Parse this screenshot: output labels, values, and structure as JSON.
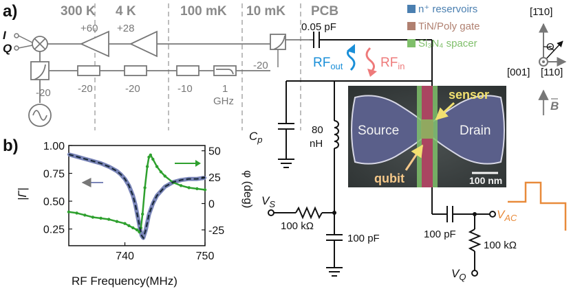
{
  "panels": {
    "a": "a)",
    "b": "b)"
  },
  "stages": [
    "300 K",
    "4 K",
    "100 mK",
    "10 mK",
    "PCB"
  ],
  "iq": {
    "i": "I",
    "q": "Q"
  },
  "amps": [
    "+60",
    "+28"
  ],
  "attenuators": [
    "-20",
    "-20",
    "-20",
    "-10"
  ],
  "filter": {
    "value": "1",
    "unit": "GHz"
  },
  "coupler": "-20",
  "coupling_cap": "0.05 pF",
  "rf": {
    "out": "RF",
    "out_sub": "out",
    "in": "RF",
    "in_sub": "in"
  },
  "legend": [
    {
      "label": "n⁺ reservoirs",
      "color": "#4a7fb0"
    },
    {
      "label": "TiN/Poly gate",
      "color": "#b08070"
    },
    {
      "label": "Si₃N₄ spacer",
      "color": "#7fbf6a"
    }
  ],
  "axes": {
    "top": "[1̄10]",
    "left": "[001]",
    "right": "[110]",
    "theta": "Θ",
    "field": "B"
  },
  "parasitic": {
    "name": "C",
    "sub": "p"
  },
  "inductor": {
    "value": "80",
    "unit": "nH"
  },
  "vs": {
    "name": "V",
    "sub": "S",
    "resistor": "100 kΩ",
    "cap": "100 pF"
  },
  "vac": {
    "name": "V",
    "sub": "AC",
    "cap": "100 pF",
    "resistor": "100 kΩ"
  },
  "vq": {
    "name": "V",
    "sub": "Q"
  },
  "sem": {
    "source": "Source",
    "drain": "Drain",
    "sensor": "sensor",
    "qubit": "qubit",
    "scale": "100 nm"
  },
  "chart_data": {
    "type": "scatter",
    "xlabel": "RF Frequency(MHz)",
    "ylabel": "|Γ|",
    "y2label": "φ (deg)",
    "xlim": [
      733,
      750
    ],
    "ylim": [
      0.1,
      1.0
    ],
    "y2lim": [
      -40,
      55
    ],
    "xticks": [
      "740",
      "750"
    ],
    "xtick_values": [
      740,
      750
    ],
    "yticks": [
      "1.00",
      "0.75",
      "0.50",
      "0.25"
    ],
    "ytick_values": [
      1.0,
      0.75,
      0.5,
      0.25
    ],
    "y2ticks": [
      "50",
      "25",
      "0",
      "-25"
    ],
    "y2tick_values": [
      50,
      25,
      0,
      -25
    ],
    "series": [
      {
        "axis": "left",
        "color": "#7a85b8",
        "x": [
          733,
          734,
          735,
          736,
          737,
          738,
          739,
          739.5,
          740,
          740.5,
          741,
          741.3,
          741.6,
          741.9,
          742.1,
          742.3,
          742.6,
          743,
          743.5,
          744,
          745,
          746,
          747,
          748,
          749,
          750
        ],
        "y": [
          0.92,
          0.9,
          0.88,
          0.86,
          0.84,
          0.81,
          0.77,
          0.74,
          0.7,
          0.64,
          0.55,
          0.47,
          0.36,
          0.25,
          0.19,
          0.17,
          0.24,
          0.38,
          0.48,
          0.55,
          0.63,
          0.67,
          0.69,
          0.7,
          0.7,
          0.71
        ]
      },
      {
        "axis": "right",
        "color": "#2ea02e",
        "x": [
          733,
          734,
          735,
          736,
          737,
          738,
          739,
          740,
          740.5,
          741,
          741.5,
          741.8,
          742,
          742.2,
          742.5,
          742.8,
          743,
          743.2,
          743.5,
          744,
          744.5,
          745,
          746,
          747,
          748,
          749,
          750
        ],
        "y": [
          -8,
          -9,
          -11,
          -13,
          -14,
          -15,
          -17,
          -19,
          -21,
          -23,
          -25,
          -27,
          -23,
          -10,
          15,
          35,
          44,
          46,
          42,
          35,
          30,
          26,
          20,
          17,
          15,
          14,
          13
        ]
      }
    ]
  }
}
